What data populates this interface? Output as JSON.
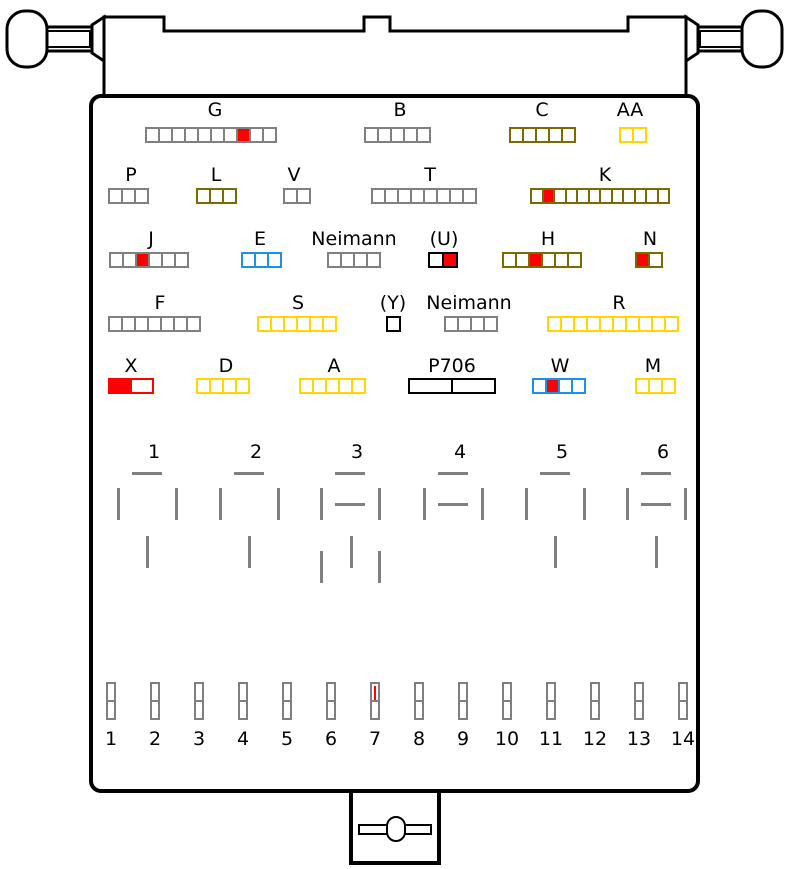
{
  "colors": {
    "gray": "#808080",
    "olive": "#7a6a00",
    "yellow": "#ffd700",
    "blue": "#1e90e6",
    "black": "#000000",
    "red": "#ff0000"
  },
  "connectors": [
    {
      "label": "G",
      "color": "gray",
      "cells": 10,
      "active": [
        7
      ]
    },
    {
      "label": "B",
      "color": "gray",
      "cells": 5,
      "active": []
    },
    {
      "label": "C",
      "color": "olive",
      "cells": 5,
      "active": []
    },
    {
      "label": "AA",
      "color": "yellow",
      "cells": 2,
      "active": []
    },
    {
      "label": "P",
      "color": "gray",
      "cells": 3,
      "active": []
    },
    {
      "label": "L",
      "color": "olive",
      "cells": 3,
      "active": []
    },
    {
      "label": "V",
      "color": "gray",
      "cells": 2,
      "active": []
    },
    {
      "label": "T",
      "color": "gray",
      "cells": 8,
      "active": []
    },
    {
      "label": "K",
      "color": "olive",
      "cells": 12,
      "active": [
        1
      ]
    },
    {
      "label": "J",
      "color": "gray",
      "cells": 6,
      "active": [
        2
      ]
    },
    {
      "label": "E",
      "color": "blue",
      "cells": 3,
      "active": []
    },
    {
      "label": "Neimann",
      "color": "gray",
      "cells": 4,
      "active": []
    },
    {
      "label": "(U)",
      "color": "black",
      "cells": 2,
      "active": [
        1
      ]
    },
    {
      "label": "H",
      "color": "olive",
      "cells": 6,
      "active": [
        2
      ]
    },
    {
      "label": "N",
      "color": "olive",
      "cells": 2,
      "active": [
        0
      ]
    },
    {
      "label": "F",
      "color": "gray",
      "cells": 7,
      "active": []
    },
    {
      "label": "S",
      "color": "yellow",
      "cells": 6,
      "active": []
    },
    {
      "label": "(Y)",
      "color": "black",
      "cells": 1,
      "active": []
    },
    {
      "label": "Neimann",
      "color": "gray",
      "cells": 4,
      "active": []
    },
    {
      "label": "R",
      "color": "yellow",
      "cells": 10,
      "active": []
    },
    {
      "label": "X",
      "color": "red",
      "cells": 2,
      "active": []
    },
    {
      "label": "D",
      "color": "yellow",
      "cells": 4,
      "active": []
    },
    {
      "label": "A",
      "color": "yellow",
      "cells": 5,
      "active": []
    },
    {
      "label": "P706",
      "color": "black",
      "cells": 2,
      "active": []
    },
    {
      "label": "W",
      "color": "blue",
      "cells": 4,
      "active": [
        1
      ]
    },
    {
      "label": "M",
      "color": "yellow",
      "cells": 3,
      "active": []
    }
  ],
  "relays": [
    {
      "label": "1"
    },
    {
      "label": "2"
    },
    {
      "label": "3"
    },
    {
      "label": "4"
    },
    {
      "label": "5"
    },
    {
      "label": "6"
    }
  ],
  "fuses": [
    {
      "label": "1",
      "blown": false
    },
    {
      "label": "2",
      "blown": false
    },
    {
      "label": "3",
      "blown": false
    },
    {
      "label": "4",
      "blown": false
    },
    {
      "label": "5",
      "blown": false
    },
    {
      "label": "6",
      "blown": false
    },
    {
      "label": "7",
      "blown": true
    },
    {
      "label": "8",
      "blown": false
    },
    {
      "label": "9",
      "blown": false
    },
    {
      "label": "10",
      "blown": false
    },
    {
      "label": "11",
      "blown": false
    },
    {
      "label": "12",
      "blown": false
    },
    {
      "label": "13",
      "blown": false
    },
    {
      "label": "14",
      "blown": false
    }
  ]
}
